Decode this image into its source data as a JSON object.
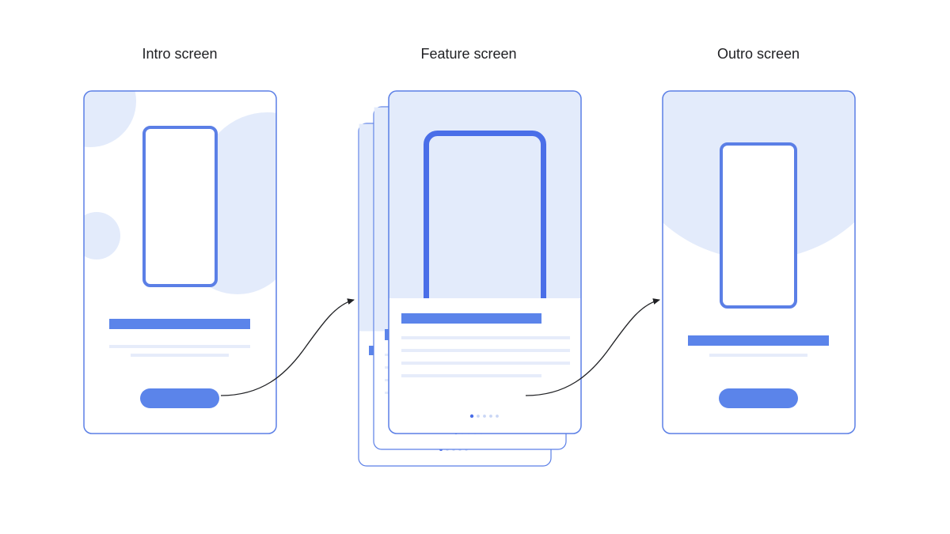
{
  "headings": {
    "intro": "Intro screen",
    "feature": "Feature screen",
    "outro": "Outro screen"
  },
  "colors": {
    "frame_border": "#5b7fe6",
    "accent": "#5b84ea",
    "accent_dark": "#4a6ee8",
    "light_fill": "#e3ebfb",
    "line_fill": "#e6ecfa",
    "arrow": "#202124"
  },
  "feature_screen": {
    "page_indicator_count": 5,
    "active_page_index": 0
  }
}
